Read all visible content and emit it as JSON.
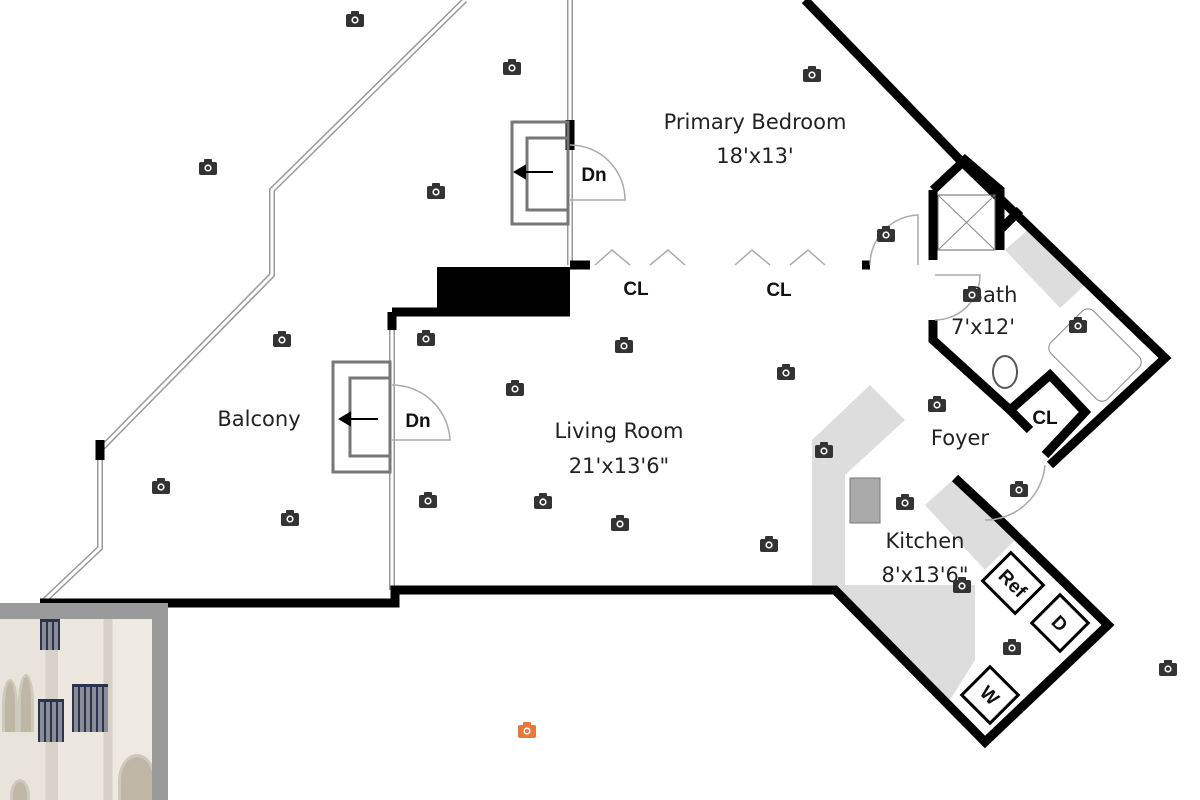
{
  "rooms": {
    "primary_bedroom": {
      "name": "Primary Bedroom",
      "size": "18'x13'"
    },
    "balcony": {
      "name": "Balcony"
    },
    "living_room": {
      "name": "Living Room",
      "size": "21'x13'6\""
    },
    "bath": {
      "name": "Bath",
      "size": "7'x12'"
    },
    "foyer": {
      "name": "Foyer"
    },
    "kitchen": {
      "name": "Kitchen",
      "size": "8'x13'6\""
    }
  },
  "fixtures": {
    "closet": "CL",
    "down_upper": "Dn",
    "down_lower": "Dn",
    "refrigerator": "Ref",
    "dryer": "D",
    "washer": "W"
  },
  "icons": {
    "camera": "camera-icon",
    "camera_active_color": "#e8773a",
    "camera_color": "#333333"
  }
}
